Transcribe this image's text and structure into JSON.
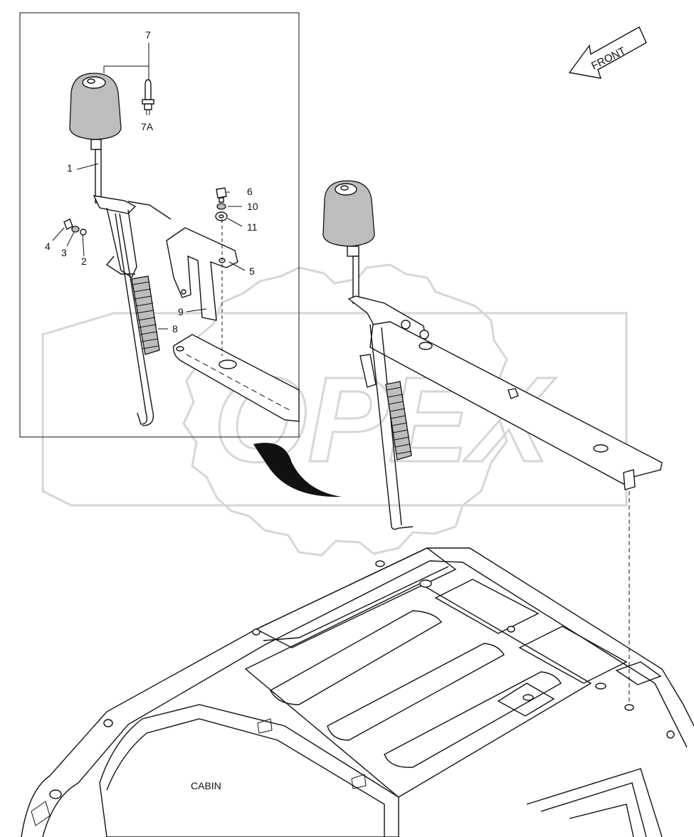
{
  "callouts": {
    "c1": "1",
    "c2": "2",
    "c3": "3",
    "c4": "4",
    "c5": "5",
    "c6": "6",
    "c7": "7",
    "c7a": "7A",
    "c8": "8",
    "c9": "9",
    "c10": "10",
    "c11": "11"
  },
  "front_arrow": {
    "label": "FRONT"
  },
  "cabin_label": "CABIN",
  "watermark": {
    "text": "OPEX"
  },
  "colors": {
    "line": "#111111",
    "shade": "#bdbdbd",
    "watermark": "#d6d6d6"
  }
}
